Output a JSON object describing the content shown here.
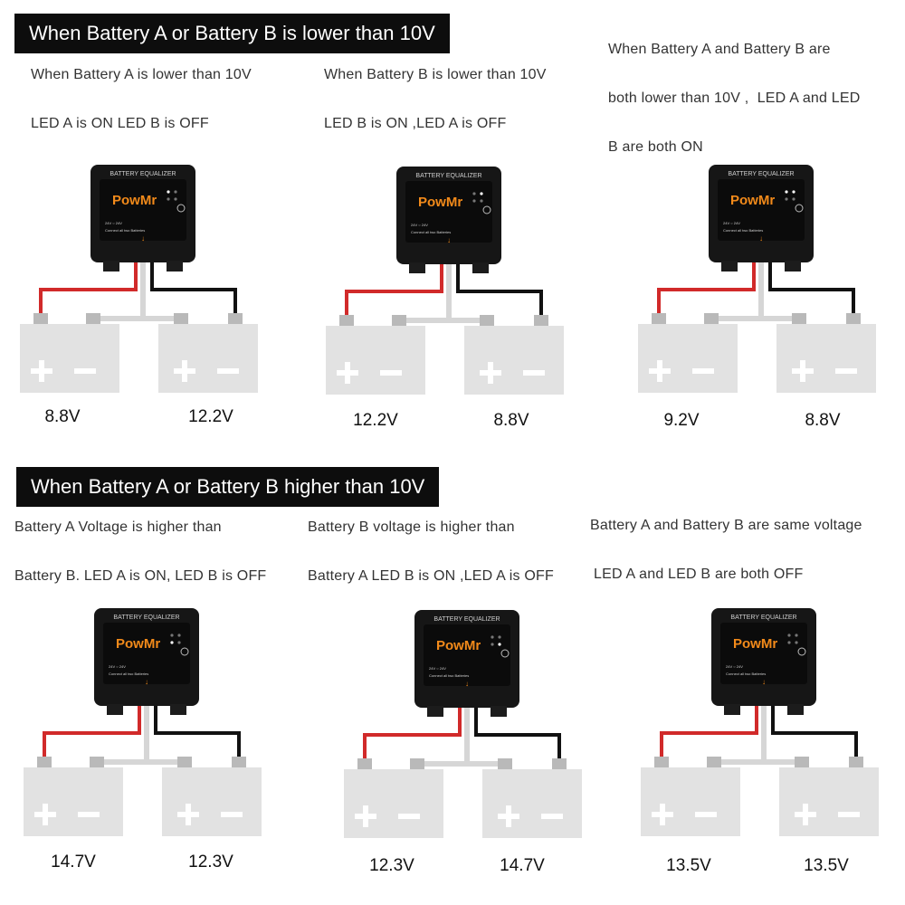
{
  "section1": {
    "banner": "When Battery A or Battery B is lower than 10V",
    "scenarios": [
      {
        "caption_lines": [
          "When Battery A is lower than 10V",
          "LED A is ON  LED B is OFF"
        ],
        "battery_a_voltage": "8.8V",
        "battery_b_voltage": "12.2V"
      },
      {
        "caption_lines": [
          "When Battery B is lower than 10V",
          "LED B is ON ,LED A is OFF"
        ],
        "battery_a_voltage": "12.2V",
        "battery_b_voltage": "8.8V"
      },
      {
        "caption_lines": [
          "When Battery A and Battery B are",
          "both lower than 10V ,  LED A and LED",
          "B are both ON"
        ],
        "battery_a_voltage": "9.2V",
        "battery_b_voltage": "8.8V"
      }
    ]
  },
  "section2": {
    "banner": "When Battery A or Battery B higher than 10V",
    "scenarios": [
      {
        "caption_lines": [
          "Battery A Voltage is higher than",
          "Battery B. LED A is ON, LED B is OFF"
        ],
        "battery_a_voltage": "14.7V",
        "battery_b_voltage": "12.3V"
      },
      {
        "caption_lines": [
          "Battery B voltage is higher than",
          "Battery A LED B is ON ,LED A is OFF"
        ],
        "battery_a_voltage": "12.3V",
        "battery_b_voltage": "14.7V"
      },
      {
        "caption_lines": [
          "Battery A and Battery B are same voltage",
          "LED A and LED B are both OFF"
        ],
        "battery_a_voltage": "13.5V",
        "battery_b_voltage": "13.5V"
      }
    ]
  },
  "device": {
    "header_label": "BATTERY EQUALIZER",
    "brand": "PowMr",
    "legend_line_1": "24V ○  24V",
    "legend_line_2": "Connect all two Batteries"
  },
  "colors": {
    "banner_bg": "#0d0d0d",
    "device_body": "#161616",
    "brand_orange": "#f28a1a",
    "positive_wire": "#d12a2a",
    "negative_wire": "#111111",
    "link_wire": "#d6d6d6",
    "battery_fill": "#e2e2e2",
    "battery_terminal": "#b9b9b9"
  }
}
